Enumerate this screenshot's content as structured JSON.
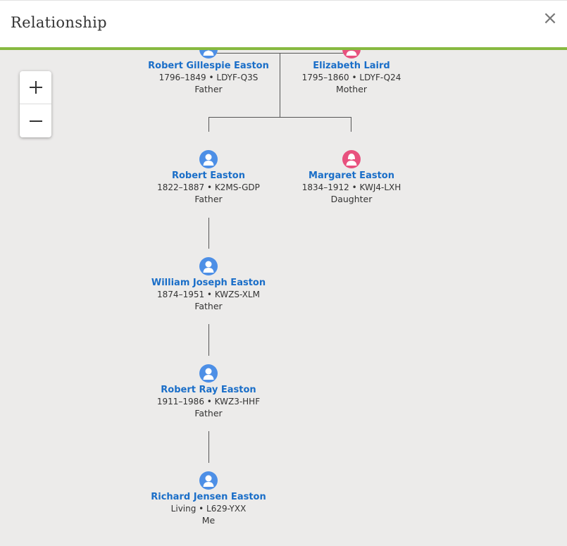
{
  "dialog": {
    "title": "Relationship",
    "close_symbol": "×"
  },
  "zoom": {
    "in_label": "+",
    "out_label": "−"
  },
  "colors": {
    "male": "#4d8fe6",
    "female": "#e8517e",
    "link": "#1a6ec8",
    "accent": "#87b940"
  },
  "people": [
    {
      "name": "Robert Gillespie Easton",
      "info": "1796–1849 • LDYF-Q3S",
      "role": "Father",
      "gender": "male"
    },
    {
      "name": "Elizabeth Laird",
      "info": "1795–1860 • LDYF-Q24",
      "role": "Mother",
      "gender": "female"
    },
    {
      "name": "Robert Easton",
      "info": "1822–1887 • K2MS-GDP",
      "role": "Father",
      "gender": "male"
    },
    {
      "name": "Margaret Easton",
      "info": "1834–1912 • KWJ4-LXH",
      "role": "Daughter",
      "gender": "female"
    },
    {
      "name": "William Joseph Easton",
      "info": "1874–1951 • KWZS-XLM",
      "role": "Father",
      "gender": "male"
    },
    {
      "name": "Robert Ray Easton",
      "info": "1911–1986 • KWZ3-HHF",
      "role": "Father",
      "gender": "male"
    },
    {
      "name": "Richard Jensen Easton",
      "info": "Living • L629-YXX",
      "role": "Me",
      "gender": "male"
    }
  ]
}
